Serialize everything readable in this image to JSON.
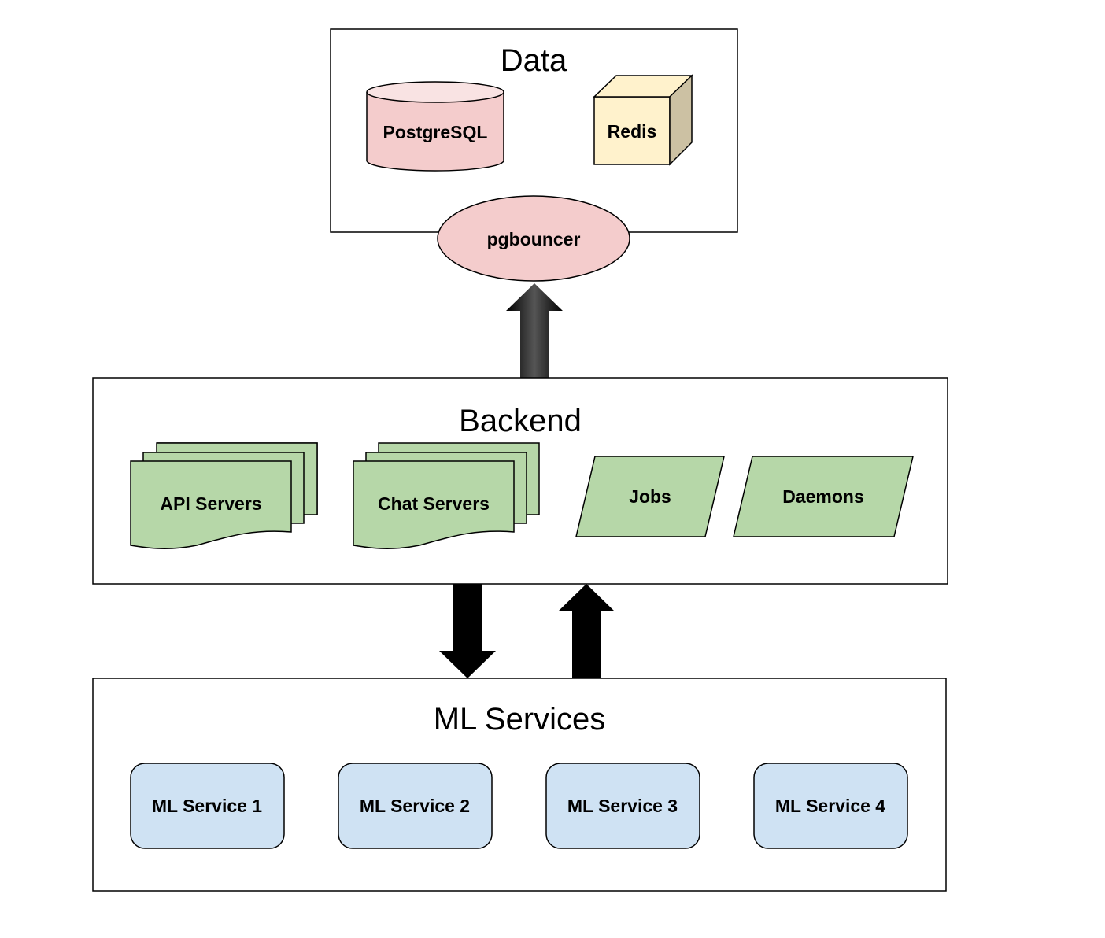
{
  "colors": {
    "postgres_fill": "#f4cccc",
    "redis_fill": "#fff2cc",
    "backend_fill": "#b6d7a8",
    "ml_fill": "#cfe2f3",
    "group_fill": "#ffffff",
    "stroke": "#000000"
  },
  "data_group": {
    "title": "Data",
    "postgres": "PostgreSQL",
    "redis": "Redis",
    "pgbouncer": "pgbouncer"
  },
  "backend_group": {
    "title": "Backend",
    "api_servers": "API Servers",
    "chat_servers": "Chat Servers",
    "jobs": "Jobs",
    "daemons": "Daemons"
  },
  "ml_group": {
    "title": "ML Services",
    "services": [
      "ML Service 1",
      "ML Service 2",
      "ML Service 3",
      "ML Service 4"
    ]
  },
  "connections": [
    {
      "from": "backend",
      "to": "pgbouncer",
      "direction": "up"
    },
    {
      "from": "backend",
      "to": "ml-services",
      "direction": "down"
    },
    {
      "from": "ml-services",
      "to": "backend",
      "direction": "up"
    }
  ]
}
